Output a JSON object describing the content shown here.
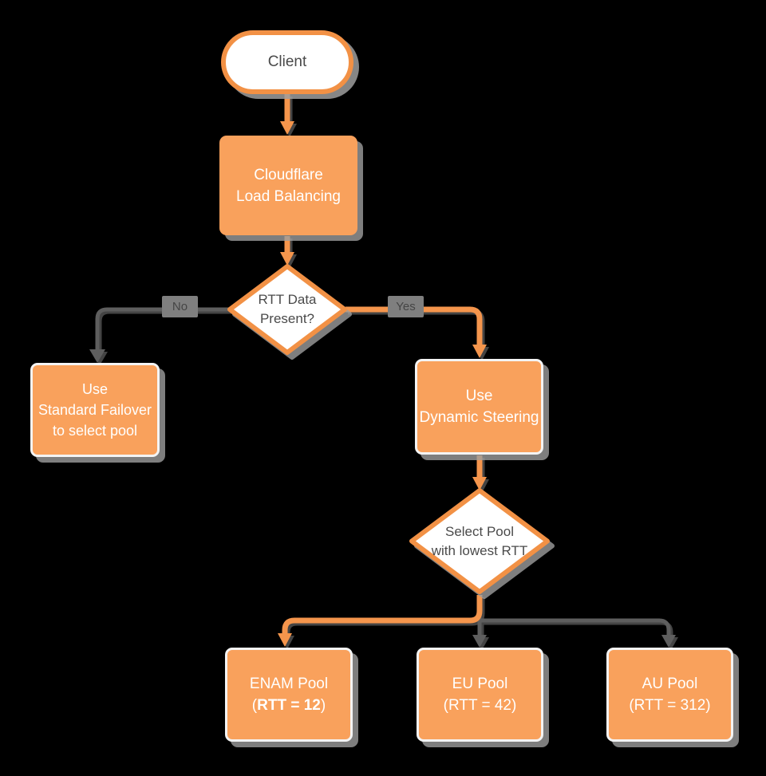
{
  "diagram": {
    "title": "Cloudflare Load Balancing flowchart",
    "colors": {
      "background": "#000000",
      "node_fill_orange": "#F9A15C",
      "node_stroke_orange": "#F29145",
      "connector_orange": "#F5954C",
      "connector_gray": "#5E5E5E",
      "shadow_gray": "#9E9E9E",
      "edge_label_badge": "#7F7F7F",
      "dark_text": "#4A4A4A",
      "light_text": "#FFFFFF"
    },
    "nodes": {
      "client": {
        "label": "Client"
      },
      "cloudflare_lb": {
        "line1": "Cloudflare",
        "line2": "Load Balancing"
      },
      "rtt_decision": {
        "line1": "RTT Data",
        "line2": "Present?"
      },
      "standard_failover": {
        "line1": "Use",
        "line2": "Standard Failover",
        "line3": "to select pool"
      },
      "dynamic_steering": {
        "line1": "Use",
        "line2": "Dynamic Steering"
      },
      "select_pool": {
        "line1": "Select Pool",
        "line2": "with lowest RTT"
      },
      "enam_pool": {
        "line1": "ENAM Pool",
        "line2_open": "(",
        "line2_bold": "RTT = 12",
        "line2_close": ")"
      },
      "eu_pool": {
        "line1": "EU Pool",
        "line2": "(RTT = 42)"
      },
      "au_pool": {
        "line1": "AU Pool",
        "line2": "(RTT = 312)"
      }
    },
    "edge_labels": {
      "no": "No",
      "yes": "Yes"
    }
  }
}
